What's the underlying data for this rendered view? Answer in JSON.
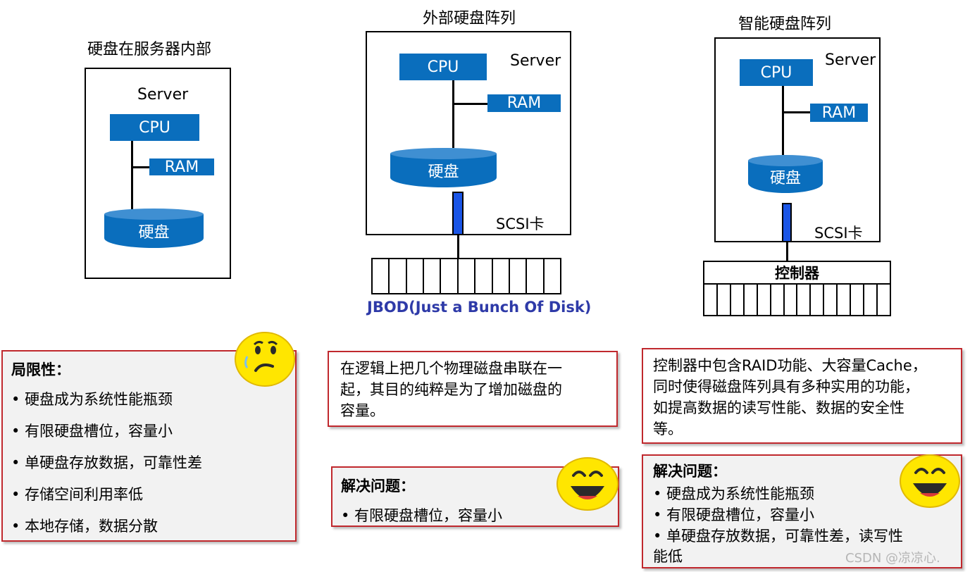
{
  "panels": {
    "internal": {
      "title": "硬盘在服务器内部",
      "server": "Server",
      "cpu": "CPU",
      "ram": "RAM",
      "disk": "硬盘"
    },
    "external": {
      "title": "外部硬盘阵列",
      "server": "Server",
      "cpu": "CPU",
      "ram": "RAM",
      "disk": "硬盘",
      "scsi": "SCSI卡",
      "jbod": "JBOD(Just a Bunch Of Disk)",
      "slot_count": 11
    },
    "smart": {
      "title": "智能硬盘阵列",
      "server": "Server",
      "cpu": "CPU",
      "ram": "RAM",
      "disk": "硬盘",
      "scsi": "SCSI卡",
      "controller": "控制器",
      "slot_count": 14
    }
  },
  "notes": {
    "limitations": {
      "head": "局限性：",
      "items": [
        "• 硬盘成为系统性能瓶颈",
        "• 有限硬盘槽位，容量小",
        "• 单硬盘存放数据，可靠性差",
        "• 存储空间利用率低",
        "• 本地存储，数据分散"
      ]
    },
    "jbod_desc": {
      "lines": [
        "在逻辑上把几个物理磁盘串联在一",
        "起，其目的纯粹是为了增加磁盘的",
        "容量。"
      ]
    },
    "jbod_solved": {
      "head": "解决问题：",
      "items": [
        "• 有限硬盘槽位，容量小"
      ]
    },
    "smart_desc": {
      "lines": [
        "控制器中包含RAID功能、大容量Cache，",
        "同时使得磁盘阵列具有多种实用的功能，",
        "如提高数据的读写性能、数据的安全性",
        "等。"
      ]
    },
    "smart_solved": {
      "head": "解决问题：",
      "items": [
        "• 硬盘成为系统性能瓶颈",
        "• 有限硬盘槽位，容量小",
        "• 单硬盘存放数据，可靠性差，读写性"
      ],
      "wrap": "能低"
    }
  },
  "watermark": "CSDN @凉凉心.",
  "colors": {
    "blue": "#0a6ebd",
    "scsi_blue": "#1a55e6",
    "note_border": "#c0282d",
    "jbod_text": "#2e3aa8",
    "face_yellow": "#ffe600"
  }
}
